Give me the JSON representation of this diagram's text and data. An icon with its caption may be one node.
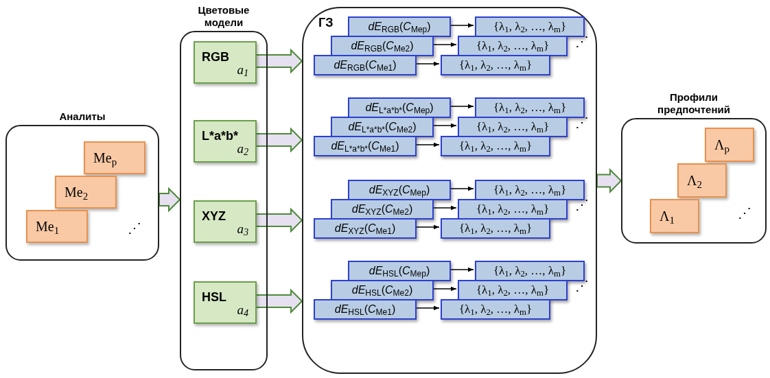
{
  "diagram": {
    "nodes": [
      {
        "text": [
          "Аналиты"
        ]
      },
      {
        "text": [
          "Me$_{p}$"
        ],
        "in": 0
      },
      {
        "text": [
          "Me$_{2}$"
        ],
        "in": 0
      },
      {
        "text": [
          "Me$_{1}$"
        ],
        "in": 0
      },
      {
        "text": [
          "Цветовые модели"
        ]
      },
      {
        "text": [
          "RGB",
          "a$_{1}$"
        ],
        "in": 4
      },
      {
        "text": [
          "L*a*b*",
          "a$_{2}$"
        ],
        "in": 4
      },
      {
        "text": [
          "XYZ",
          "a$_{3}$"
        ],
        "in": 4
      },
      {
        "text": [
          "HSL",
          "a$_{4}$"
        ],
        "in": 4
      },
      {
        "text": [
          "ГЗ"
        ]
      },
      {
        "text": [
          "*dE*$_{RGB}$(*C*$_{Mep}$)"
        ],
        "in": 9
      },
      {
        "text": [
          "{λ$_{1}$, λ$_{2}$, …, λ$_{m}$}"
        ],
        "in": 9
      },
      {
        "text": [
          "*dE*$_{RGB}$(*C*$_{Me2}$)"
        ],
        "in": 9
      },
      {
        "text": [
          "{λ$_{1}$, λ$_{2}$, …, λ$_{m}$}"
        ],
        "in": 9
      },
      {
        "text": [
          "*dE*$_{RGB}$(*C*$_{Me1}$)"
        ],
        "in": 9
      },
      {
        "text": [
          "{λ$_{1}$, λ$_{2}$, …, λ$_{m}$}"
        ],
        "in": 9
      },
      {
        "text": [
          "*dE*$_{L*a*b*}$(*C*$_{Mep}$)"
        ],
        "in": 9
      },
      {
        "text": [
          "{λ$_{1}$, λ$_{2}$, …, λ$_{m}$}"
        ],
        "in": 9
      },
      {
        "text": [
          "*dE*$_{L*a*b*}$(*C*$_{Me2}$)"
        ],
        "in": 9
      },
      {
        "text": [
          "{λ$_{1}$, λ$_{2}$, …, λ$_{m}$}"
        ],
        "in": 9
      },
      {
        "text": [
          "*dE*$_{L*a*b*}$(*C*$_{Me1}$)"
        ],
        "in": 9
      },
      {
        "text": [
          "{λ$_{1}$, λ$_{2}$, …, λ$_{m}$}"
        ],
        "in": 9
      },
      {
        "text": [
          "*dE*$_{XYZ}$(*C*$_{Mep}$)"
        ],
        "in": 9
      },
      {
        "text": [
          "{λ$_{1}$, λ$_{2}$, …, λ$_{m}$}"
        ],
        "in": 9
      },
      {
        "text": [
          "*dE*$_{XYZ}$(*C*$_{Me2}$)"
        ],
        "in": 9
      },
      {
        "text": [
          "{λ$_{1}$, λ$_{2}$, …, λ$_{m}$}"
        ],
        "in": 9
      },
      {
        "text": [
          "*dE*$_{XYZ}$(*C*$_{Me1}$)"
        ],
        "in": 9
      },
      {
        "text": [
          "{λ$_{1}$, λ$_{2}$, …, λ$_{m}$}"
        ],
        "in": 9
      },
      {
        "text": [
          "*dE*$_{HSL}$(*C*$_{Mep}$)"
        ],
        "in": 9
      },
      {
        "text": [
          "{λ$_{1}$, λ$_{2}$, …, λ$_{m}$}"
        ],
        "in": 9
      },
      {
        "text": [
          "*dE*$_{HSL}$(*C*$_{Me2}$)"
        ],
        "in": 9
      },
      {
        "text": [
          "{λ$_{1}$, λ$_{2}$, …, λ$_{m}$}"
        ],
        "in": 9
      },
      {
        "text": [
          "*dE*$_{HSL}$(*C*$_{Me1}$)"
        ],
        "in": 9
      },
      {
        "text": [
          "{λ$_{1}$, λ$_{2}$, …, λ$_{m}$}"
        ],
        "in": 9
      },
      {
        "text": [
          "Профили предпочтений"
        ]
      },
      {
        "text": [
          "Λ$_{p}$"
        ],
        "in": 34
      },
      {
        "text": [
          "Λ$_{2}$"
        ],
        "in": 34
      },
      {
        "text": [
          "Λ$_{1}$"
        ],
        "in": 34
      }
    ],
    "edges": [
      {
        "from": 0,
        "to": 4,
        "arrow": "to",
        "style": "thick",
        "color": "#4e8a3a"
      },
      {
        "from": 5,
        "to": 9,
        "arrow": "to",
        "style": "thick",
        "color": "#4e8a3a"
      },
      {
        "from": 6,
        "to": 9,
        "arrow": "to",
        "style": "thick",
        "color": "#4e8a3a"
      },
      {
        "from": 7,
        "to": 9,
        "arrow": "to",
        "style": "thick",
        "color": "#4e8a3a"
      },
      {
        "from": 8,
        "to": 9,
        "arrow": "to",
        "style": "thick",
        "color": "#4e8a3a"
      },
      {
        "from": 10,
        "to": 11,
        "arrow": "to"
      },
      {
        "from": 12,
        "to": 13,
        "arrow": "to"
      },
      {
        "from": 14,
        "to": 15,
        "arrow": "to"
      },
      {
        "from": 16,
        "to": 17,
        "arrow": "to"
      },
      {
        "from": 18,
        "to": 19,
        "arrow": "to"
      },
      {
        "from": 20,
        "to": 21,
        "arrow": "to"
      },
      {
        "from": 22,
        "to": 23,
        "arrow": "to"
      },
      {
        "from": 24,
        "to": 25,
        "arrow": "to"
      },
      {
        "from": 26,
        "to": 27,
        "arrow": "to"
      },
      {
        "from": 28,
        "to": 29,
        "arrow": "to"
      },
      {
        "from": 30,
        "to": 31,
        "arrow": "to"
      },
      {
        "from": 32,
        "to": 33,
        "arrow": "to"
      },
      {
        "from": 9,
        "to": 34,
        "arrow": "to",
        "style": "thick",
        "color": "#4e8a3a"
      }
    ],
    "labels": [
      "⋰",
      "⋰",
      "⋰",
      "⋰",
      "⋰",
      "⋰"
    ]
  }
}
